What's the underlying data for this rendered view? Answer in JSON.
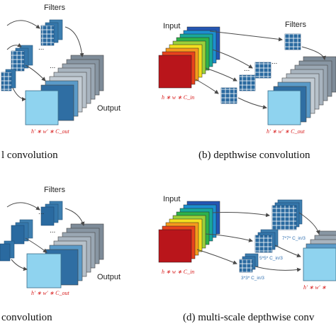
{
  "panels": {
    "a": {
      "filters": "Filters",
      "output": "Output",
      "formula": "h' ∗ w' ∗ C_out",
      "caption": "l convolution",
      "dots": "..."
    },
    "b": {
      "input": "Input",
      "filters": "Filters",
      "formula_in": "h ∗ w ∗ C_in",
      "formula_out": "h' ∗ w' ∗ C_out",
      "caption": "(b)  depthwise convolution",
      "dots": "..."
    },
    "c": {
      "filters": "Filters",
      "output": "Output",
      "formula": "h' ∗ w' ∗ C_out",
      "caption": "convolution",
      "dots": "..."
    },
    "d": {
      "input": "Input",
      "formula_in": "h ∗ w ∗ C_in",
      "formula_out": "h' ∗ w' ∗",
      "k7": "7*7* C_in/3",
      "k5": "5*5* C_in/3",
      "k3": "3*3* C_in/3",
      "caption": "(d)  multi-scale depthwise conv"
    }
  },
  "colors": {
    "rainbow": [
      "#b9151b",
      "#e8421c",
      "#f59a1c",
      "#f3df1f",
      "#9bd03a",
      "#2eb24b",
      "#19a89a",
      "#1d8fd0",
      "#2456b3"
    ],
    "output_front": "#8fd3ef",
    "filter": "#2a6aa0",
    "arrow": "#4a4a4a",
    "formula": "#d81e1e"
  }
}
